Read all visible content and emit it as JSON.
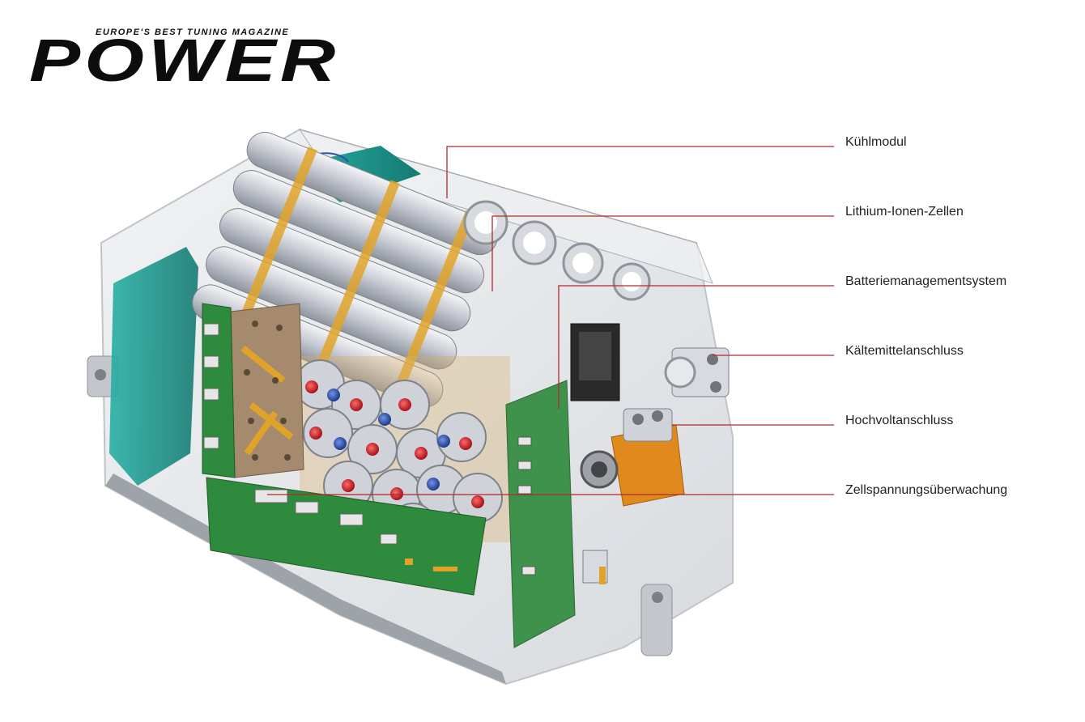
{
  "brand": {
    "tagline": "EUROPE'S BEST TUNING MAGAZINE",
    "name": "POWER"
  },
  "callouts": [
    {
      "id": "kuehlmodul",
      "text": "Kühlmodul"
    },
    {
      "id": "zellen",
      "text": "Lithium-Ionen-Zellen"
    },
    {
      "id": "bms",
      "text": "Batteriemanagementsystem"
    },
    {
      "id": "kaeltemittel",
      "text": "Kältemittelanschluss"
    },
    {
      "id": "hochvolt",
      "text": "Hochvoltanschluss"
    },
    {
      "id": "zellspannung",
      "text": "Zellspannungsüberwachung"
    }
  ],
  "colors": {
    "leader_line": "#b02a2a",
    "housing": "#cfd3d8",
    "cell": "#c9ccd4",
    "cell_band": "#e0a32a",
    "cooling": "#1f9e94",
    "pcb": "#2e8a3c",
    "pole_red": "#c8202a",
    "pole_blue": "#2b4fa8",
    "connector_orange": "#e08a1e"
  }
}
